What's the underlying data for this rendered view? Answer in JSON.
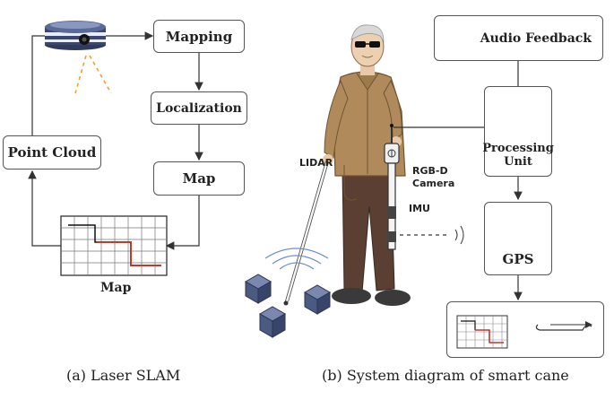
{
  "left": {
    "boxes": {
      "mapping": "Mapping",
      "localization": "Localization",
      "map": "Map",
      "point_cloud": "Point Cloud"
    },
    "map_caption": "Map",
    "caption": "(a) Laser SLAM"
  },
  "right": {
    "boxes": {
      "audio_feedback": "Audio Feedback",
      "processing_unit_line1": "Processing",
      "processing_unit_line2": "Unit",
      "gps": "GPS"
    },
    "labels": {
      "lidar": "LIDAR",
      "rgbd_line1": "RGB-D",
      "rgbd_line2": "Camera",
      "imu": "IMU"
    },
    "caption": "(b) System diagram of smart cane"
  },
  "colors": {
    "route_red": "#c0392b",
    "cube_blue": "#4a5a80",
    "jacket": "#b08a5a",
    "trousers": "#5a3f32"
  }
}
